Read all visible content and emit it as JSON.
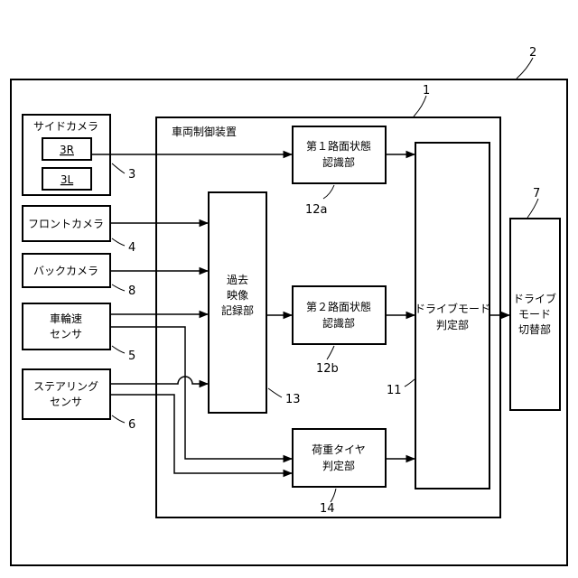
{
  "refs": {
    "system": "2",
    "controller": "1",
    "side_camera": "3",
    "front_camera": "4",
    "back_camera": "8",
    "wheel_speed": "5",
    "steering": "6",
    "mode_switch": "7",
    "road_state_1": "12a",
    "road_state_2": "12b",
    "recorder": "13",
    "load_tire": "14",
    "mode_judge": "11"
  },
  "labels": {
    "side_camera": "サイドカメラ",
    "cam_3r": "3R",
    "cam_3l": "3L",
    "front_camera": "フロントカメラ",
    "back_camera": "バックカメラ",
    "wheel_speed": [
      "車輪速",
      "センサ"
    ],
    "steering": [
      "ステアリング",
      "センサ"
    ],
    "controller": "車両制御装置",
    "road_state_1": [
      "第１路面状態",
      "認識部"
    ],
    "road_state_2": [
      "第２路面状態",
      "認識部"
    ],
    "recorder": [
      "過去",
      "映像",
      "記録部"
    ],
    "load_tire": [
      "荷重タイヤ",
      "判定部"
    ],
    "mode_judge": [
      "ドライブモード",
      "判定部"
    ],
    "mode_switch": [
      "ドライブ",
      "モード",
      "切替部"
    ]
  }
}
